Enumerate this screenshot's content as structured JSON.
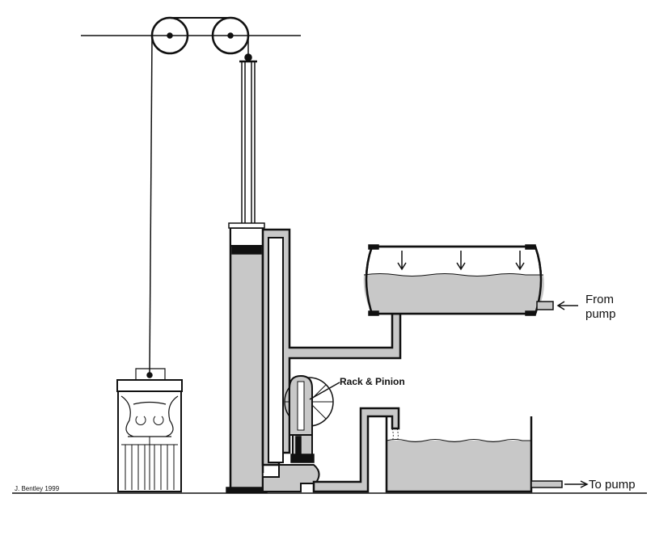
{
  "labels": {
    "from_pump_line1": "From",
    "from_pump_line2": "pump",
    "to_pump": "To pump",
    "rack_pinion": "Rack & Pinion",
    "credit": "J. Bentley 1999"
  },
  "colors": {
    "water": "#c8c8c8",
    "ink": "#111111",
    "background": "#ffffff"
  }
}
